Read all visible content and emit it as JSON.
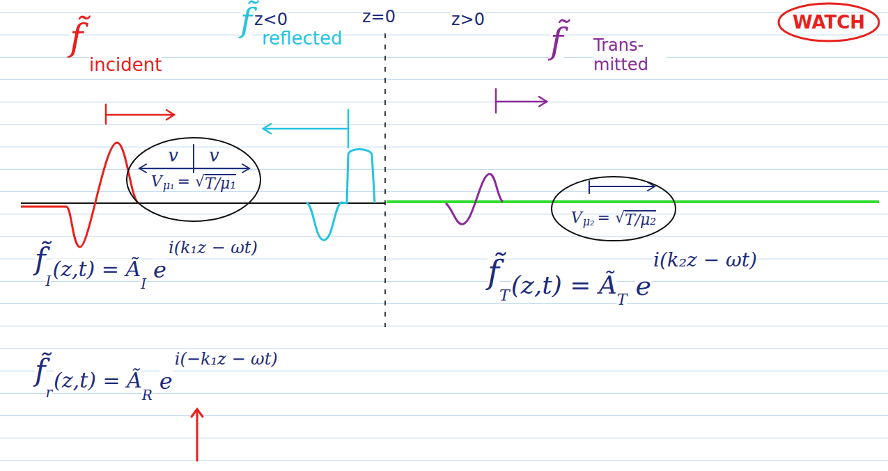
{
  "diagram": {
    "nodes": [
      {
        "text": [
          "WATCH"
        ]
      },
      {
        "text": [
          "v",
          "v",
          "V",
          "μ₁",
          "= √",
          "T/μ₁"
        ]
      },
      {
        "text": [
          "V",
          "μ₂",
          "= √",
          "T/μ₂"
        ]
      }
    ],
    "labels": [
      "z<0",
      "z=0",
      "z>0",
      "f̃",
      "incident",
      "f̃",
      "reflected",
      "f̃",
      "Trans- mitted",
      "f̃",
      "I",
      "(z,t) = Ã",
      "I",
      "e",
      "i(k₁z − ωt)",
      "f̃",
      "r",
      "(z,t) = Ã",
      "R",
      "e",
      "i(−k₁z − ωt)",
      "f̃",
      "T",
      "(z,t) = Ã",
      "T",
      "e",
      "i(k₂z − ωt)"
    ]
  }
}
